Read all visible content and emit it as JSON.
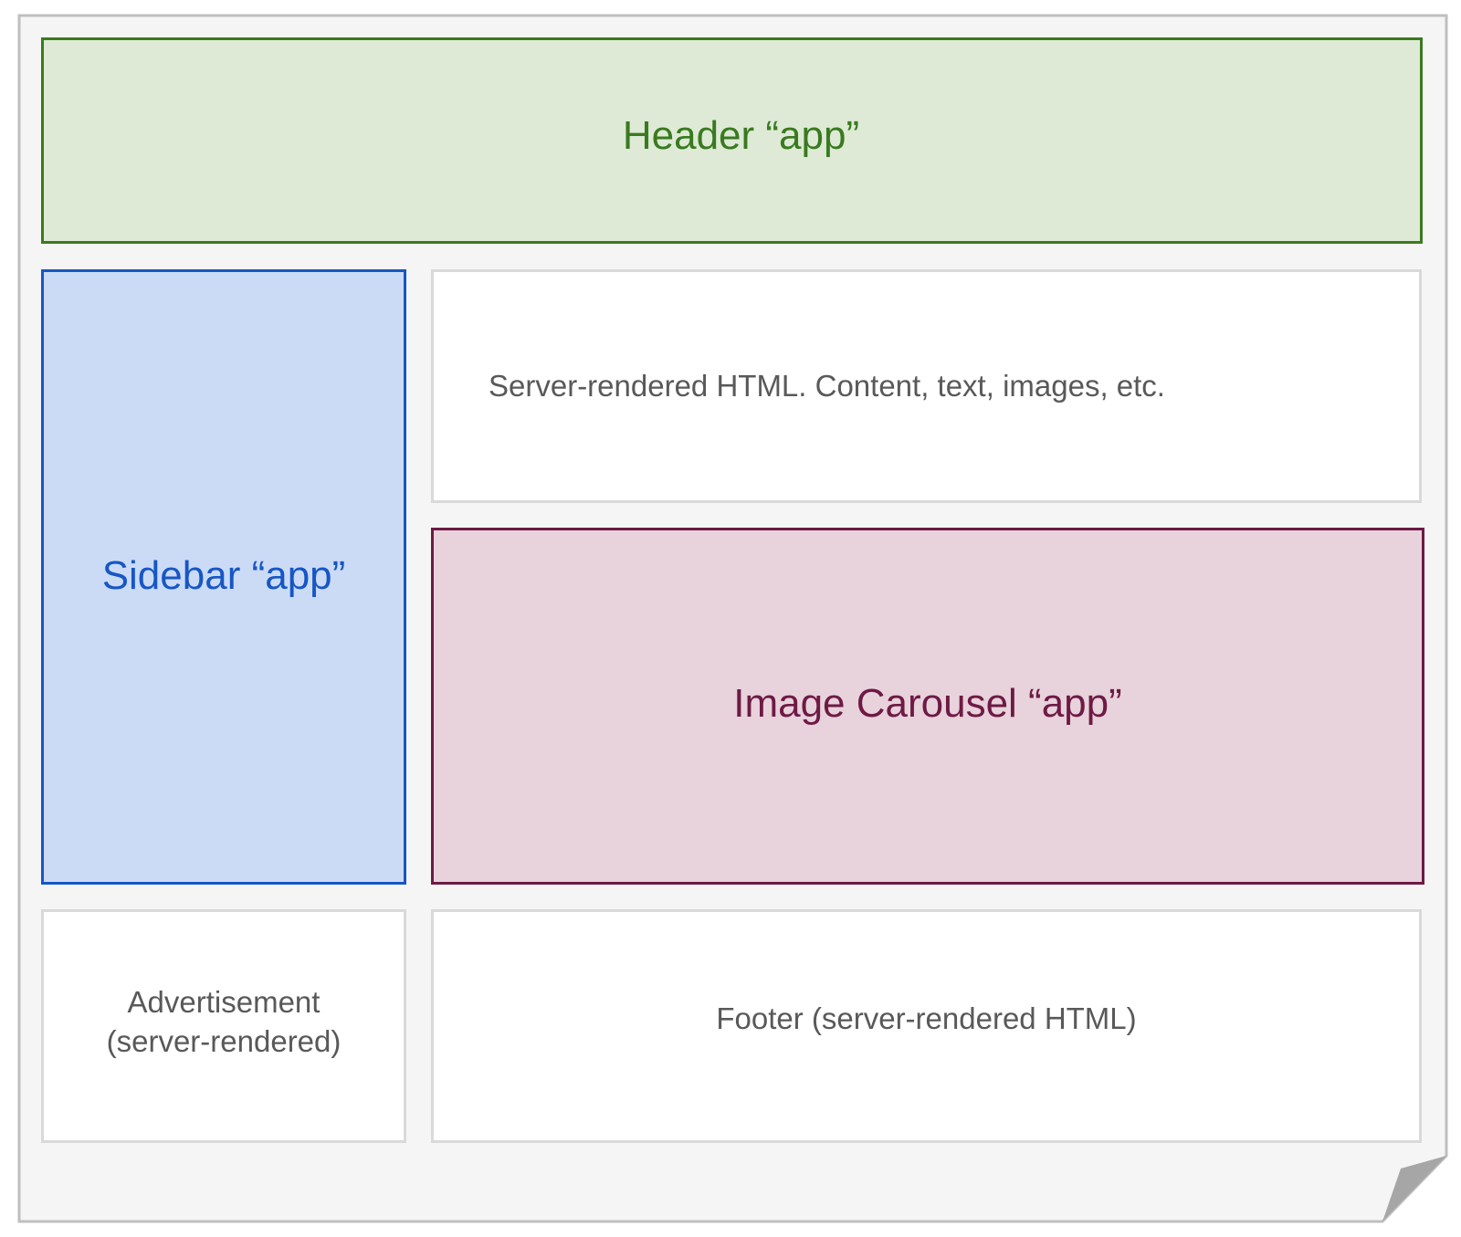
{
  "colors": {
    "page_background": "#f5f5f5",
    "page_border": "#bfbfbf",
    "page_fold": "#a6a6a6",
    "header_fill": "#deead6",
    "header_accent": "#3a7a1f",
    "sidebar_fill": "#cbdbf6",
    "sidebar_accent": "#1756c4",
    "carousel_fill": "#e8d2db",
    "carousel_accent": "#6e1a45",
    "server_fill": "#ffffff",
    "server_border": "#d9d9d9",
    "server_text": "#595959"
  },
  "regions": {
    "header": {
      "label": "Header “app”"
    },
    "sidebar": {
      "label": "Sidebar “app”"
    },
    "content": {
      "label": "Server-rendered HTML. Content, text, images, etc."
    },
    "carousel": {
      "label": "Image Carousel “app”"
    },
    "advertisement": {
      "line1": "Advertisement",
      "line2": "(server-rendered)"
    },
    "footer": {
      "label": "Footer (server-rendered HTML)"
    }
  }
}
